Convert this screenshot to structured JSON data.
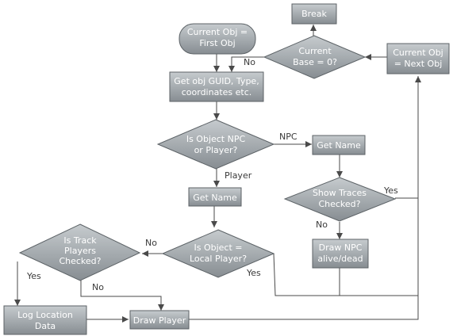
{
  "nodes": {
    "start": [
      "Current Obj =",
      "First Obj"
    ],
    "break": [
      "Break"
    ],
    "current_base": [
      "Current",
      "Base = 0?"
    ],
    "next_obj": [
      "Current Obj",
      "= Next Obj"
    ],
    "get_obj_guid": [
      "Get obj GUID, Type,",
      "coordinates etc."
    ],
    "is_npc_or_player": [
      "Is Object NPC",
      "or Player?"
    ],
    "get_name_npc": [
      "Get Name"
    ],
    "show_traces": [
      "Show Traces",
      "Checked?"
    ],
    "get_name_player": [
      "Get Name"
    ],
    "draw_npc": [
      "Draw NPC",
      "alive/dead"
    ],
    "is_local_player": [
      "Is Object =",
      "Local Player?"
    ],
    "is_track_players": [
      "Is Track",
      "Players",
      "Checked?"
    ],
    "log_location": [
      "Log Location",
      "Data"
    ],
    "draw_player": [
      "Draw Player"
    ]
  },
  "edge_labels": {
    "base_no": "No",
    "npc": "NPC",
    "player": "Player",
    "traces_yes": "Yes",
    "traces_no": "No",
    "local_no": "No",
    "local_yes": "Yes",
    "track_yes": "Yes",
    "track_no": "No"
  },
  "colors": {
    "node_fill_top": "#c4c9cc",
    "node_fill_bottom": "#8a9095",
    "node_border": "#5c6266",
    "node_text": "#ffffff",
    "edge": "#4a4a4a",
    "label": "#3a3a3a"
  }
}
